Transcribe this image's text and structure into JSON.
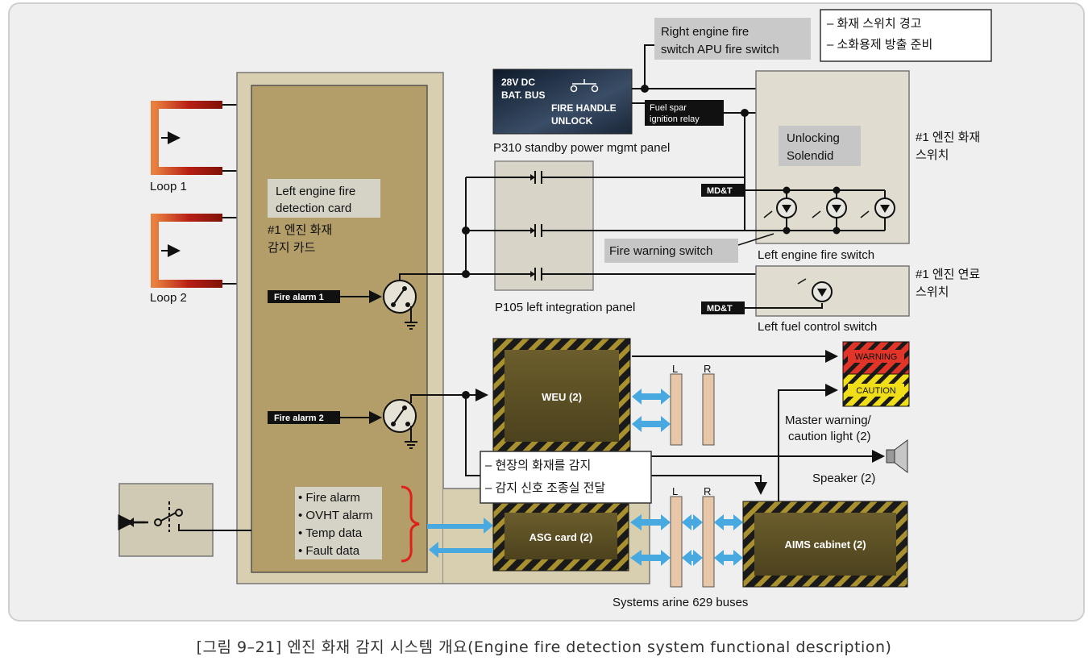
{
  "colors": {
    "panel": "#c8bd9d",
    "card": "#b49f6b",
    "darkbox": "#5b4f23",
    "hatch": "#171717",
    "loop": "#b8241a",
    "arrow": "#48a8e0",
    "bus": "#e7c7a7",
    "tag": "#111111"
  },
  "loops": {
    "loop1": "Loop 1",
    "loop2": "Loop 2"
  },
  "card": {
    "title_en": [
      "Left engine fire",
      "detection card"
    ],
    "title_kr": [
      "#1 엔진 화재",
      "감지 카드"
    ],
    "alarm1": "Fire alarm 1",
    "alarm2": "Fire alarm 2",
    "data_list": [
      "• Fire alarm",
      "• OVHT alarm",
      "• Temp data",
      "• Fault data"
    ]
  },
  "p310": {
    "line1": "28V DC",
    "line2": "BAT. BUS",
    "handle1": "FIRE HANDLE",
    "handle2": "UNLOCK",
    "label": "P310 standby power mgmt panel",
    "relay1": "Fuel spar",
    "relay2": "ignition relay"
  },
  "right_switch": [
    "Right engine fire",
    "switch APU fire switch"
  ],
  "kr_note_top": [
    "– 화재 스위치 경고",
    "– 소화용제 방출 준비"
  ],
  "fire_switch": {
    "solenoid": [
      "Unlocking",
      "Solendid"
    ],
    "mdt": "MD&T",
    "label": "Left engine fire switch",
    "kr": [
      "#1 엔진 화재",
      "스위치"
    ]
  },
  "p105": {
    "label": "P105 left integration panel",
    "warn_switch": "Fire warning switch"
  },
  "fuel": {
    "mdt": "MD&T",
    "label": "Left fuel control switch",
    "kr": [
      "#1 엔진 연료",
      "스위치"
    ]
  },
  "weu": "WEU (2)",
  "asg": "ASG card (2)",
  "aims": "AIMS cabinet (2)",
  "master": {
    "warning": "WARNING",
    "caution": "CAUTION",
    "label": [
      "Master warning/",
      "caution light (2)"
    ]
  },
  "speaker": "Speaker (2)",
  "kr_note_mid": [
    "– 현장의 화재를 감지",
    "– 감지 신호 조종실 전달"
  ],
  "bus_label": "Systems arine 629 buses",
  "bus_letters": [
    "L",
    "R",
    "L",
    "R"
  ],
  "caption": "[그림 9–21] 엔진 화재 감지 시스템 개요(Engine fire detection system functional description)"
}
